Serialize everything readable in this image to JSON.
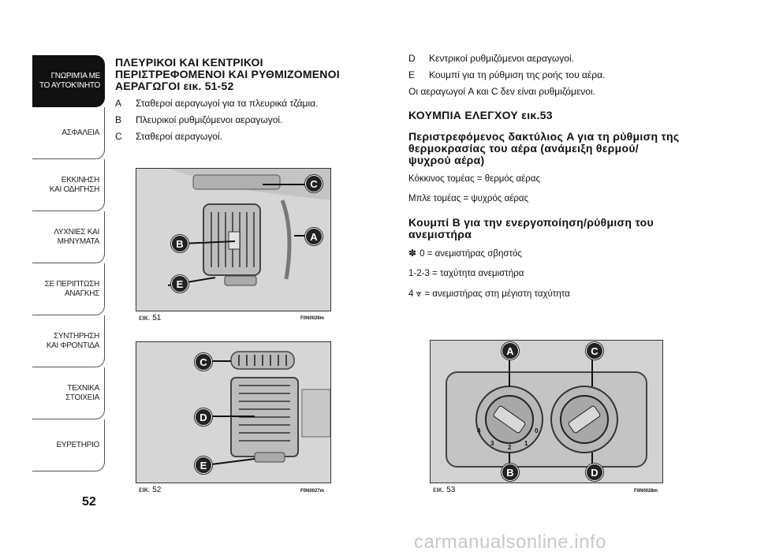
{
  "sidebar": {
    "tabs": [
      {
        "label": "ΓΝΩΡΙΜΊΑ ΜΕ\nΤΟ ΑΥΤΟΚΊΝΗΤΟ",
        "active": true
      },
      {
        "label": "ΑΣΦΑΛΕΙΑ"
      },
      {
        "label": "ΕΚΚΙΝΗΣΗ\nΚΑΙ ΟΔΗΓΗΣΗ"
      },
      {
        "label": "ΛΥΧΝΙΕΣ ΚΑΙ\nΜΗΝΥΜΑΤΑ"
      },
      {
        "label": "ΣΕ ΠΕΡΙΠΤΩΣΗ\nΑΝΑΓΚΗΣ"
      },
      {
        "label": "ΣΥΝΤΗΡΗΣΗ\nΚΑΙ ΦΡΟΝΤΙΔΑ"
      },
      {
        "label": "ΤΕΧΝΙΚΑ\nΣΤΟΙΧΕΙΑ"
      },
      {
        "label": "ΕΥΡΕΤΗΡΙΟ"
      }
    ]
  },
  "page_number": "52",
  "left": {
    "heading": "ΠΛΕΥΡΙΚΟΙ ΚΑΙ ΚΕΝΤΡΙΚΟΙ ΠΕΡΙΣΤΡΕΦΟΜΕΝΟΙ ΚΑΙ ΡΥΘΜΙΖΟΜΕΝΟΙ ΑΕΡΑΓΩΓΟΙ εικ. 51-52",
    "items": [
      {
        "key": "A",
        "text": "Σταθεροί αεραγωγοί για τα πλευρικά τζάμια."
      },
      {
        "key": "B",
        "text": "Πλευρικοί ρυθμιζόμενοι αεραγωγοί."
      },
      {
        "key": "C",
        "text": "Σταθεροί αεραγωγοί."
      }
    ]
  },
  "right": {
    "items": [
      {
        "key": "D",
        "text": "Κεντρικοί ρυθμιζόμενοι αεραγωγοί."
      },
      {
        "key": "E",
        "text": "Κουμπί για τη ρύθμιση της ροής του αέρα."
      }
    ],
    "note": "Οι αεραγωγοί A και C δεν είναι ρυθμιζόμενοι.",
    "section_title": "ΚΟΥΜΠΙΑ ΕΛΕΓΧΟΥ εικ.53",
    "sub1_title": "Περιστρεφόμενος δακτύλιος A για τη ρύθμιση της θερμοκρασίας του αέρα (ανάμειξη θερμού/ψυχρού αέρα)",
    "red_sector": "Κόκκινος τομέας = θερμός αέρας",
    "blue_sector": "Μπλε τομέας = ψυχρός αέρας",
    "sub2_title": "Κουμπί B για την ενεργοποίηση/ρύθμιση του ανεμιστήρα",
    "fan_off": "0 = ανεμιστήρας σβηστός",
    "fan_speed": "1-2-3 = ταχύτητα ανεμιστήρα",
    "fan_max_prefix": "4",
    "fan_max": "= ανεμιστήρας στη μέγιστη ταχύτητα",
    "fan_icon": "fan-icon",
    "max_icon": "max-fan-icon"
  },
  "figures": {
    "fig51": {
      "caption": "εικ. 51",
      "code": "F0N0026m",
      "labels": [
        "C",
        "B",
        "A",
        "E"
      ]
    },
    "fig52": {
      "caption": "εικ. 52",
      "code": "F0N0027m",
      "labels": [
        "C",
        "D",
        "E"
      ]
    },
    "fig53": {
      "caption": "εικ. 53",
      "code": "F0N0028m",
      "labels": [
        "A",
        "C",
        "B",
        "D"
      ],
      "dial_numbers": [
        "4",
        "3",
        "2",
        "1",
        "0"
      ]
    }
  },
  "watermark": "carmanualsonline.info"
}
